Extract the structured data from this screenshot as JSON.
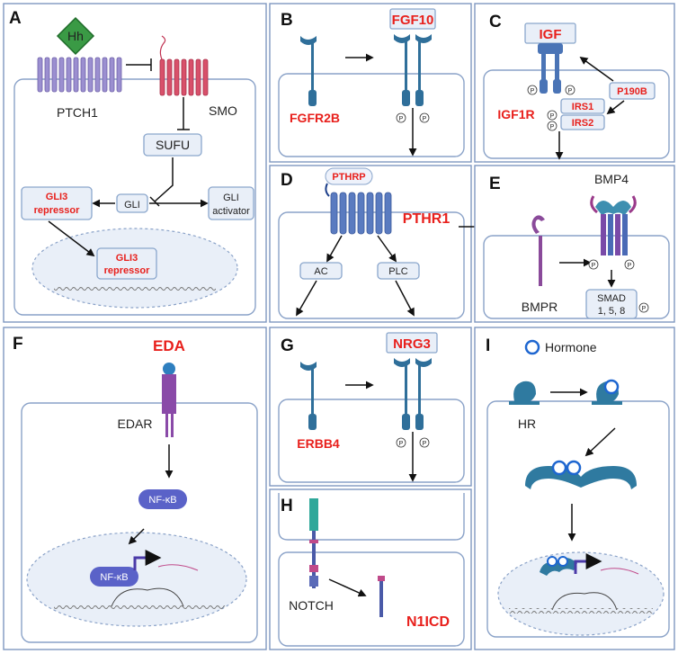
{
  "labels": {
    "p": "P"
  },
  "panels": {
    "a": {
      "letter": "A",
      "hh": "Hh",
      "ptch1": "PTCH1",
      "smo": "SMO",
      "sufu": "SUFU",
      "gli": "GLI",
      "gli3_line1": "GLI3",
      "gli3_line2": "repressor",
      "act_line1": "GLI",
      "act_line2": "activator"
    },
    "b": {
      "letter": "B",
      "receptor": "FGFR2B",
      "ligand": "FGF10"
    },
    "c": {
      "letter": "C",
      "ligand": "IGF",
      "receptor": "IGF1R",
      "irs1": "IRS1",
      "irs2": "IRS2",
      "p190b": "P190B"
    },
    "d": {
      "letter": "D",
      "ligand": "PTHRP",
      "receptor": "PTHR1",
      "ac": "AC",
      "plc": "PLC"
    },
    "e": {
      "letter": "E",
      "ligand": "BMP4",
      "receptor": "BMPR",
      "smad_line1": "SMAD",
      "smad_line2": "1, 5, 8"
    },
    "f": {
      "letter": "F",
      "ligand": "EDA",
      "receptor": "EDAR",
      "nfkb": "NF-κB"
    },
    "g": {
      "letter": "G",
      "receptor": "ERBB4",
      "ligand": "NRG3"
    },
    "h": {
      "letter": "H",
      "receptor": "NOTCH",
      "fragment": "N1ICD"
    },
    "i": {
      "letter": "I",
      "legend": "Hormone",
      "receptor": "HR"
    }
  },
  "colors": {
    "label_red": "#e8201c",
    "membrane": "#8aa2c8",
    "nucleus_fill": "#e9eff8"
  }
}
